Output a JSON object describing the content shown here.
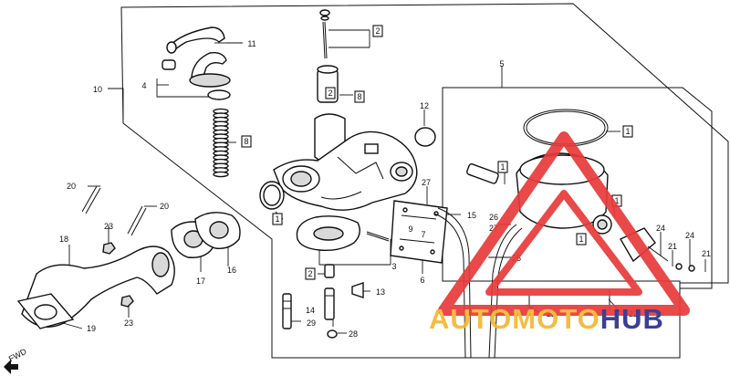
{
  "diagram": {
    "callouts": [
      {
        "id": "c1",
        "label": "1",
        "boxed": true
      },
      {
        "id": "c2",
        "label": "2",
        "boxed": true
      },
      {
        "id": "c3",
        "label": "3",
        "boxed": false
      },
      {
        "id": "c4",
        "label": "4",
        "boxed": false
      },
      {
        "id": "c5",
        "label": "5",
        "boxed": false
      },
      {
        "id": "c6",
        "label": "6",
        "boxed": false
      },
      {
        "id": "c7",
        "label": "7",
        "boxed": false
      },
      {
        "id": "c8",
        "label": "8",
        "boxed": true
      },
      {
        "id": "c9",
        "label": "9",
        "boxed": false
      },
      {
        "id": "c10",
        "label": "10",
        "boxed": false
      },
      {
        "id": "c11",
        "label": "11",
        "boxed": false
      },
      {
        "id": "c12",
        "label": "12",
        "boxed": false
      },
      {
        "id": "c13",
        "label": "13",
        "boxed": false
      },
      {
        "id": "c14",
        "label": "14",
        "boxed": false
      },
      {
        "id": "c15",
        "label": "15",
        "boxed": false
      },
      {
        "id": "c16",
        "label": "16",
        "boxed": false
      },
      {
        "id": "c17",
        "label": "17",
        "boxed": false
      },
      {
        "id": "c18",
        "label": "18",
        "boxed": false
      },
      {
        "id": "c19",
        "label": "19",
        "boxed": false
      },
      {
        "id": "c20",
        "label": "20",
        "boxed": false
      },
      {
        "id": "c21",
        "label": "21",
        "boxed": false
      },
      {
        "id": "c22",
        "label": "22",
        "boxed": false
      },
      {
        "id": "c23",
        "label": "23",
        "boxed": false
      },
      {
        "id": "c24",
        "label": "24",
        "boxed": false
      },
      {
        "id": "c25",
        "label": "25",
        "boxed": false
      },
      {
        "id": "c26",
        "label": "26",
        "boxed": false
      },
      {
        "id": "c27",
        "label": "27",
        "boxed": false
      },
      {
        "id": "c28",
        "label": "28",
        "boxed": false
      },
      {
        "id": "c29",
        "label": "29",
        "boxed": false
      }
    ],
    "direction_label": "FWD"
  },
  "watermark": {
    "text_auto": "AUTO",
    "text_moto": "MOTO",
    "text_hub": "HUB",
    "color_auto": "#f5b731",
    "color_moto": "#f5b731",
    "color_hub": "#2b2f8f",
    "triangle_color": "#e83a3a"
  }
}
